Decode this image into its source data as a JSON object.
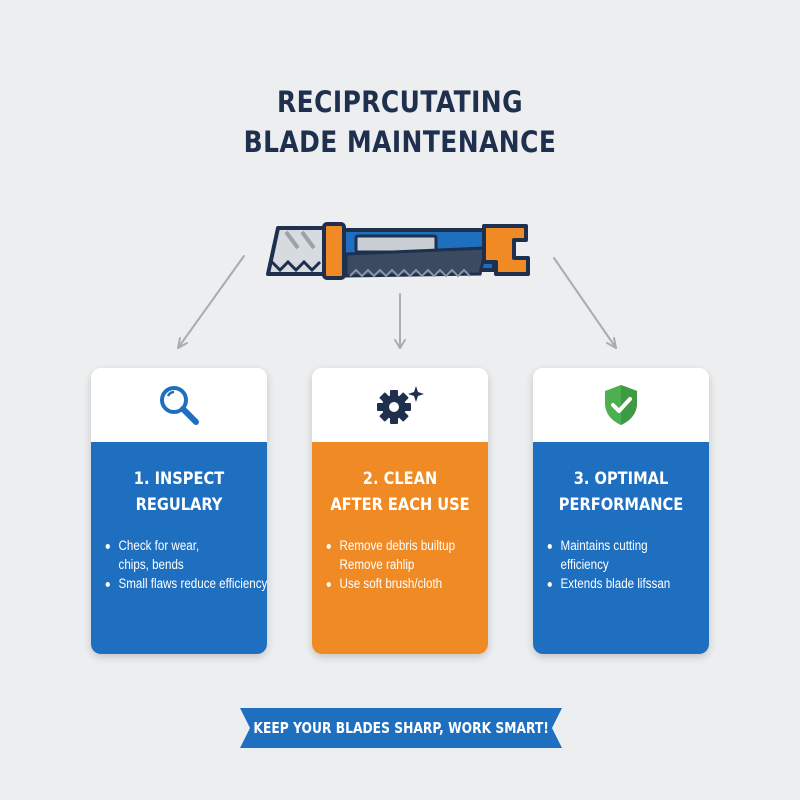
{
  "title": {
    "line1": "RECIPRCUTATING",
    "line2": "BLADE MAINTENANCE"
  },
  "header_icon": "reciprocating-saw-blade-icon",
  "colors": {
    "navy": "#1f2f4e",
    "blue": "#1f6fc0",
    "orange": "#f08a24",
    "green": "#4caf50",
    "background": "#eceeef"
  },
  "cards": [
    {
      "icon": "magnifier-icon",
      "title_line1": "1. INSPECT",
      "title_line2": "REGULARY",
      "bullets": [
        "Check for wear,",
        "chips, bends",
        "Small flaws reduce efficiency"
      ]
    },
    {
      "icon": "gear-sparkle-icon",
      "title_line1": "2. CLEAN",
      "title_line2": "AFTER EACH USE",
      "bullets": [
        "Remove debris builtup",
        "Remove rahlip",
        "Use soft brush/cloth"
      ]
    },
    {
      "icon": "shield-check-icon",
      "title_line1": "3. OPTIMAL",
      "title_line2": "PERFORMANCE",
      "bullets": [
        "Maintains cutting",
        "efficiency",
        "Extends blade lifssan"
      ]
    }
  ],
  "banner": {
    "text": "KEEP YOUR BLADES SHARP, WORK SMART!"
  }
}
